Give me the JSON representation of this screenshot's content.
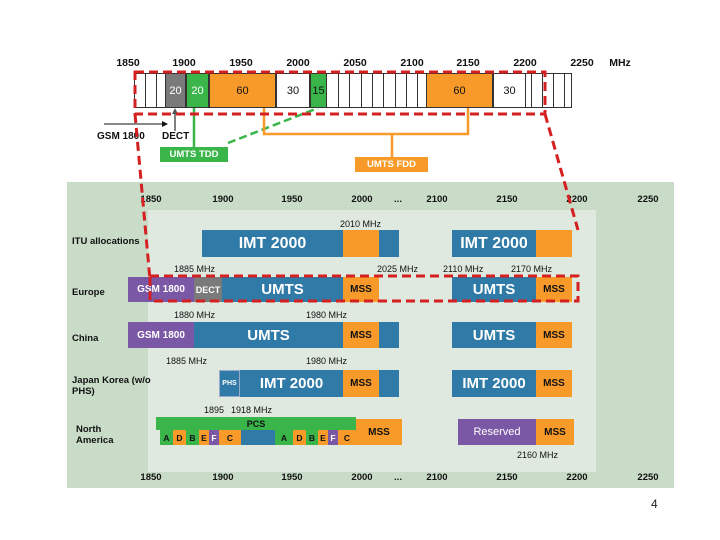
{
  "top_scale": {
    "ticks": [
      "1850",
      "1900",
      "1950",
      "2000",
      "2050",
      "2100",
      "2150",
      "2200",
      "2250"
    ],
    "unit": "MHz"
  },
  "top_cells": [
    "20",
    "20",
    "60",
    "30",
    "15",
    "60",
    "30"
  ],
  "top_labels": {
    "gsm": "GSM 1800",
    "dect": "DECT",
    "tdd": "UMTS TDD",
    "fdd": "UMTS FDD"
  },
  "panel_scale": {
    "ticks_top": [
      "1850",
      "1900",
      "1950",
      "2000",
      "...",
      "2100",
      "2150",
      "2200",
      "2250"
    ],
    "ticks_bottom": [
      "1850",
      "1900",
      "1950",
      "2000",
      "...",
      "2100",
      "2150",
      "2200",
      "2250"
    ]
  },
  "rows": {
    "itu": "ITU allocations",
    "europe": "Europe",
    "china": "China",
    "japan": "Japan Korea (w/o PHS)",
    "na": "North America"
  },
  "freq_labels": {
    "f2010": "2010 MHz",
    "f1885a": "1885 MHz",
    "f2025": "2025 MHz",
    "f2110": "2110 MHz",
    "f2170": "2170 MHz",
    "f1880": "1880 MHz",
    "f1980a": "1980 MHz",
    "f1885b": "1885 MHz",
    "f1980b": "1980 MHz",
    "f1895": "1895",
    "f1918": "1918 MHz",
    "f2160": "2160 MHz"
  },
  "bars": {
    "imt": "IMT 2000",
    "umts": "UMTS",
    "mss": "MSS",
    "gsm": "GSM 1800",
    "dect": "DECT",
    "phs": "PHS",
    "pcs": "PCS",
    "reserved": "Reserved"
  },
  "pcs_segments": [
    "A",
    "D",
    "B",
    "E",
    "F",
    "C"
  ],
  "page_number": "4",
  "colors": {
    "blue": "#2f7aa6",
    "orange": "#f79a2a",
    "purple": "#7b58a6",
    "green": "#3ab54a",
    "gray": "#7a7a7a",
    "red_dash": "#d42020",
    "panel": "#c9dcc8"
  }
}
